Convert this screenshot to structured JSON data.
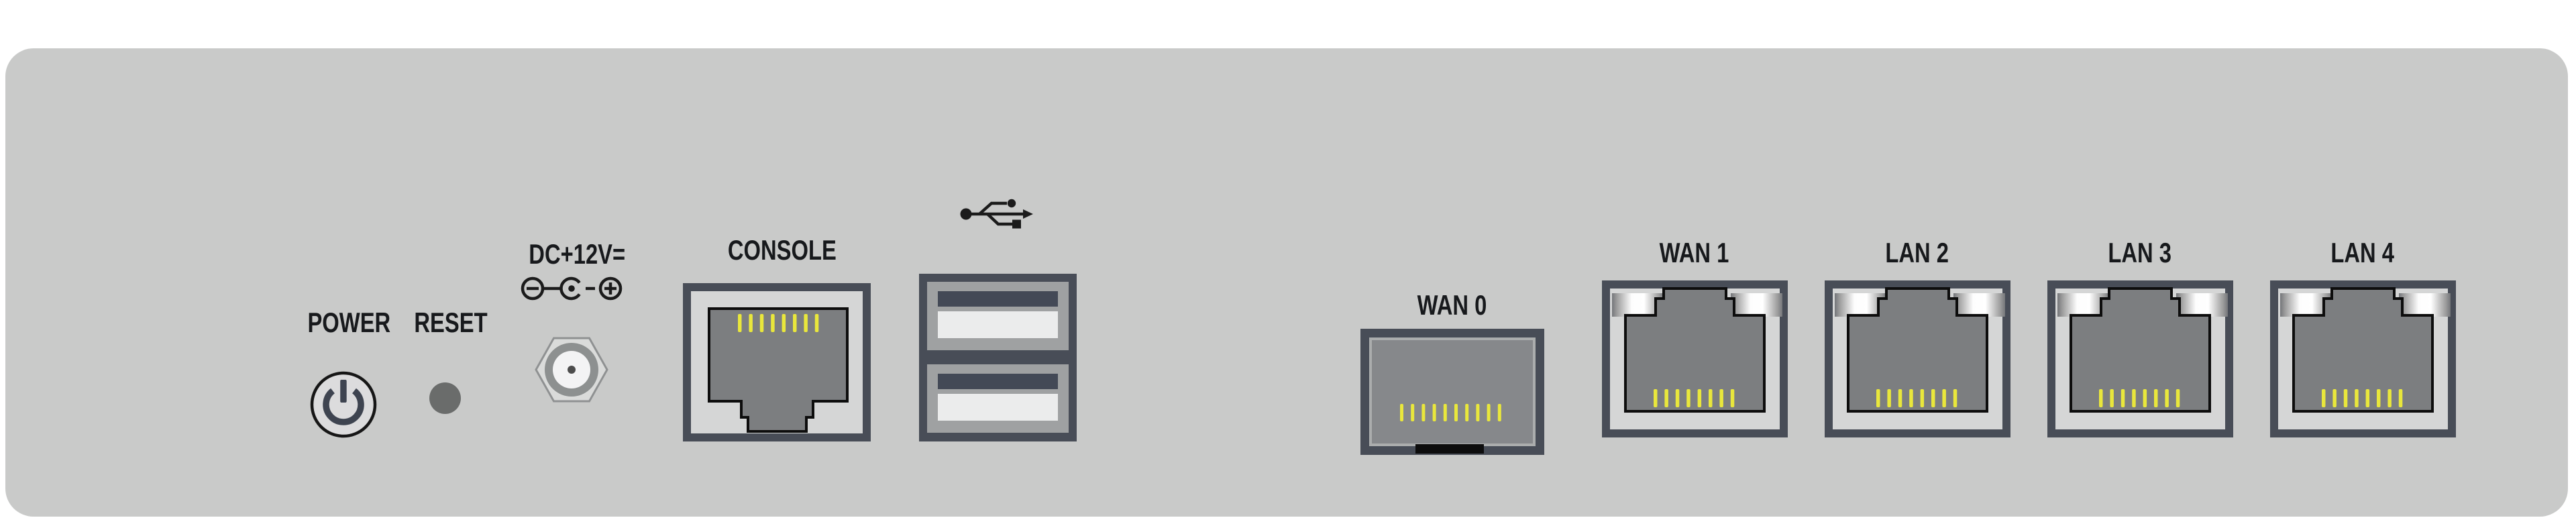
{
  "device": {
    "view": "router rear panel diagram"
  },
  "panel": {
    "labels": {
      "power": "POWER",
      "reset": "RESET",
      "dc_power": "DC+12V=",
      "console": "CONSOLE",
      "wan0": "WAN 0",
      "wan1": "WAN 1",
      "lan2": "LAN 2",
      "lan3": "LAN 3",
      "lan4": "LAN 4"
    },
    "icons": {
      "power_symbol": "power-icon",
      "dc_polarity": "dc-polarity-center-positive-icon",
      "usb_symbol": "usb-trident-icon"
    },
    "colors": {
      "page_background": "#ffffff",
      "panel_background": "#c9cac9",
      "port_frame": "#484d57",
      "port_inner": "#d5d6d6",
      "socket_gray": "#7c7e80",
      "sfp_inner": "#86888b",
      "pin_yellow": "#e9e73c",
      "usb_cell_gray": "#9fa1a2",
      "usb_tongue": "#434956",
      "usb_slot_white": "#ebecec",
      "label_text": "#17191c",
      "reset_button": "#6a6c6b",
      "power_glyph": "#3e4450"
    }
  }
}
